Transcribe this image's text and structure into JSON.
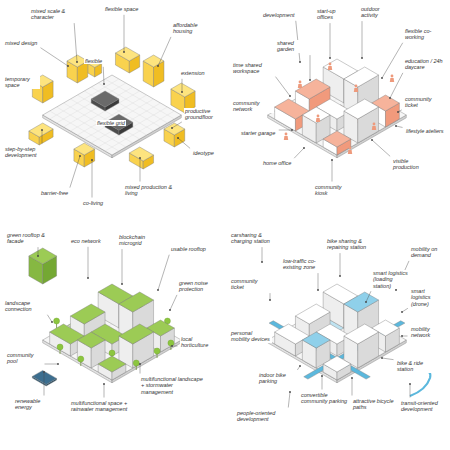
{
  "diagram": {
    "labels": [
      "mixed scale & character",
      "mixed design",
      "flexible space",
      "affordable housing",
      "flexible",
      "extension",
      "temporary space",
      "productive groundfloor",
      "flexible grid",
      "step-by-step development",
      "barrier-free",
      "co-living",
      "mixed production & living",
      "ideotype",
      "development",
      "start-up offices",
      "outdoor activity",
      "flexible co-working",
      "shared garden",
      "time shared workspace",
      "education / 24h daycare",
      "community network",
      "community ticket",
      "starter garage",
      "lifestyle ateliers",
      "visible production",
      "home office",
      "community kiosk",
      "green rooftop & facade",
      "eco network",
      "blockchain microgrid",
      "usable rooftop",
      "green noise protection",
      "landscape connection",
      "local horticulture",
      "community pool",
      "renewable energy",
      "multifunctional space + rainwater management",
      "multifunctional landscape + stormwater management",
      "carsharing & charging station",
      "bike sharing & repairing station",
      "community ticket",
      "low-traffic co-existing zone",
      "smart logistics (loading station)",
      "mobility on demand",
      "smart logistics (drone)",
      "mobility network",
      "personal mobility devices",
      "bike & ride station",
      "indoor bike parking",
      "convertible community parking",
      "attractive bicycle paths",
      "people-oriented development",
      "transit-oriented development"
    ]
  }
}
